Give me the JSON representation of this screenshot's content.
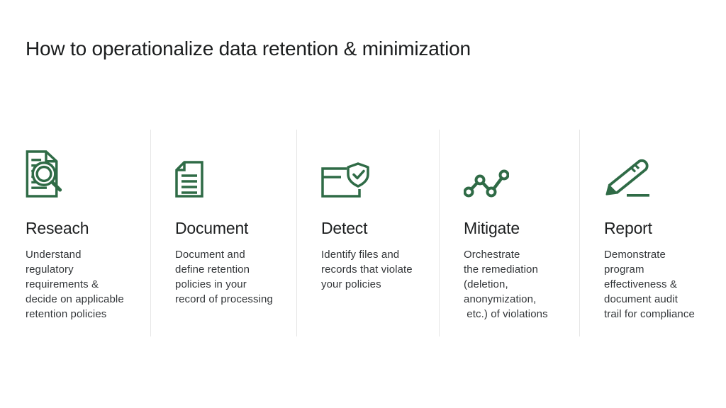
{
  "page": {
    "background": "#ffffff",
    "accent": "#2F6B46",
    "divider_color": "#e6e6e6"
  },
  "title": "How to operationalize data retention & minimization",
  "steps": [
    {
      "icon": "document-search-icon",
      "heading": "Reseach",
      "description": "Understand\nregulatory\nrequirements &\ndecide on applicable\nretention policies"
    },
    {
      "icon": "document-icon",
      "heading": "Document",
      "description": "Document and\ndefine retention\npolicies in your\nrecord of processing"
    },
    {
      "icon": "file-shield-check-icon",
      "heading": "Detect",
      "description": "Identify files and\nrecords that violate\nyour policies"
    },
    {
      "icon": "line-chart-icon",
      "heading": "Mitigate",
      "description": "Orchestrate\nthe remediation\n(deletion,\nanonymization,\n etc.) of violations"
    },
    {
      "icon": "pencil-icon",
      "heading": "Report",
      "description": "Demonstrate\nprogram\neffectiveness &\ndocument audit\ntrail for compliance"
    }
  ]
}
